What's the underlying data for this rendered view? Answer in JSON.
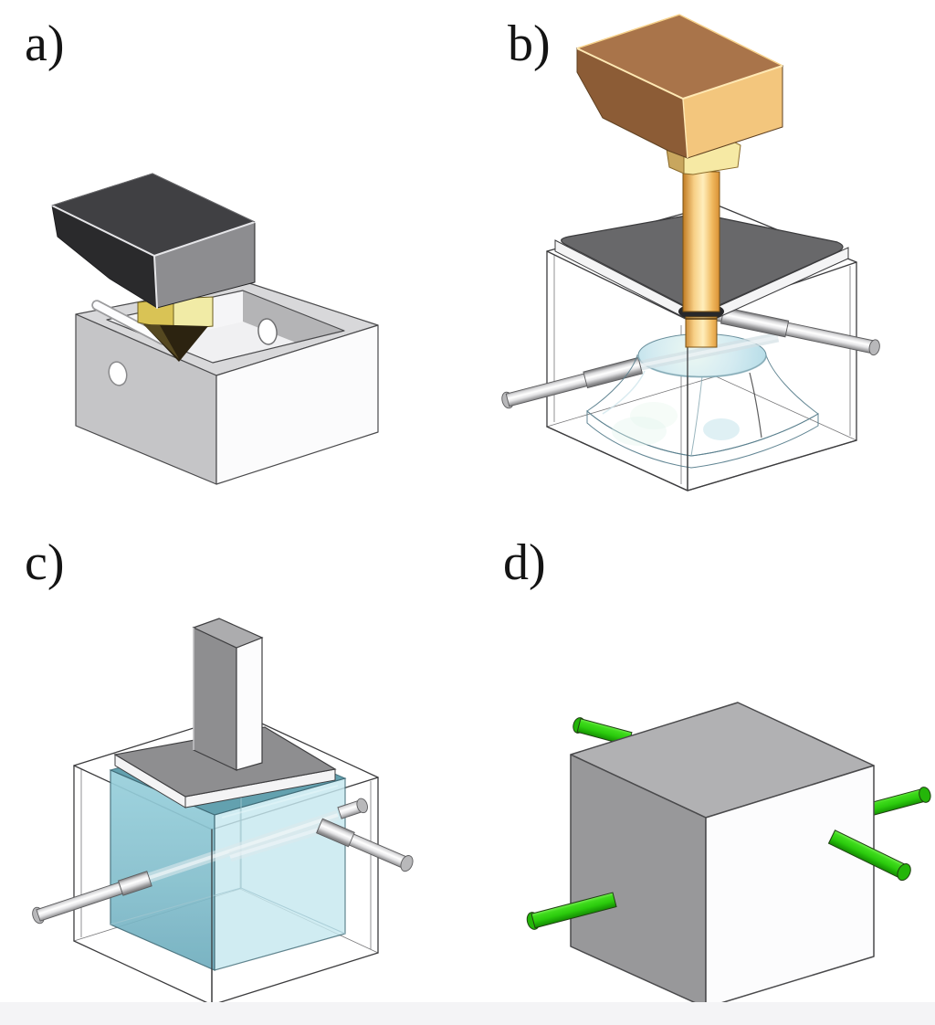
{
  "figure": {
    "type": "cad-process-figure",
    "background": "#ffffff",
    "panels": [
      {
        "id": "a",
        "label": "a)",
        "alt": "extruder print head with brass nozzle depositing a bead into an open gray mold box"
      },
      {
        "id": "b",
        "label": "b)",
        "alt": "copper hopper and feed rod pressing through a gray plate into a translucent blue blob inside a wireframe mold with two steel pins"
      },
      {
        "id": "c",
        "label": "c)",
        "alt": "gray piston compressing a cast translucent blue cube inside a wireframe mold crossed by steel pins"
      },
      {
        "id": "d",
        "label": "d)",
        "alt": "demolded gray cube with four green pins protruding from its faces"
      }
    ]
  },
  "palette": {
    "bg": "#ffffff",
    "footer": "#f4f4f6",
    "ink": "#141414",
    "outline": "#4a4a4c",
    "wire": "#3c3c3e",
    "head-top": "#404043",
    "head-left": "#2a2a2c",
    "head-right": "#8d8d90",
    "brass-light": "#f1eba6",
    "brass-dark": "#d9c355",
    "cone": "#2c2310",
    "boxa-left": "#c5c5c7",
    "boxa-right": "#fbfbfc",
    "boxa-rim": "#d8d8da",
    "boxa-inner-left": "#f5f5f7",
    "boxa-inner-right": "#b4b4b6",
    "boxa-floor": "#f0f0f2",
    "hopper-top": "#a9744a",
    "hopper-left": "#8c5c36",
    "hopper-right": "#f3c67d",
    "nut-front": "#f6e9a4",
    "nut-left": "#c8a65e",
    "plate-b": "#68686a",
    "plate-c": "#8e8e90",
    "plate-side": "#f4f4f5",
    "metal-cap": "#b8b8ba",
    "gel-stroke": "#5a808e",
    "cast-right": "#c6e9f0",
    "cast-top": "#5b9cab",
    "cast-line": "#9fc6cf",
    "cubed-top": "#b1b1b3",
    "cubed-left": "#98989a",
    "cubed-right": "#fcfcfd",
    "green-cap": "#24b609"
  }
}
